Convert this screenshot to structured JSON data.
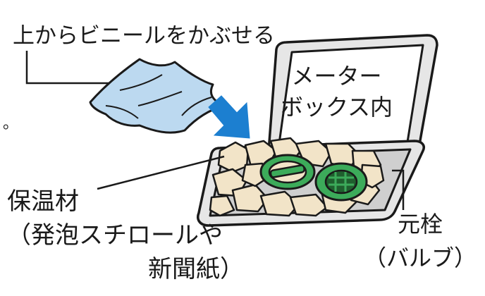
{
  "labels": {
    "cover": "上からビニールをかぶせる",
    "meter_box_line1": "メーター",
    "meter_box_line2": "ボックス内",
    "insulation_line1": "保温材",
    "insulation_line2": "（発泡スチロールや",
    "insulation_line3": "新聞紙）",
    "valve_line1": "元栓",
    "valve_line2": "（バルブ）",
    "stray_mark": "。"
  },
  "colors": {
    "outline": "#1a1a1a",
    "box_fill": "#e6e6e6",
    "box_inner": "#cfcfcf",
    "vinyl_fill": "#bcd9f0",
    "arrow_fill": "#1c7fd0",
    "insulation_fill": "#f2e4c8",
    "valve_ring": "#3cab5a",
    "valve_dark": "#1f5f2e"
  },
  "icons": [
    "vinyl-sheet-icon",
    "down-arrow-icon",
    "meter-box-icon",
    "valve-icon"
  ]
}
